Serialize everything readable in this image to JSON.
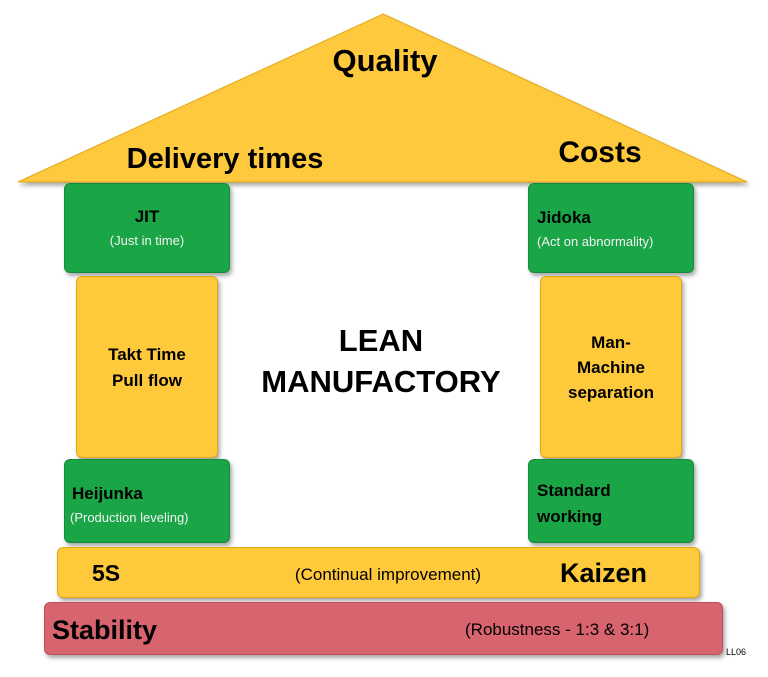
{
  "roof": {
    "top_label": "Quality",
    "left_label": "Delivery times",
    "right_label": "Costs"
  },
  "left_pillar": {
    "top": {
      "title": "JIT",
      "subtitle": "(Just in time)"
    },
    "middle": {
      "line1": "Takt Time",
      "line2": "Pull flow"
    },
    "bottom": {
      "title": "Heijunka",
      "subtitle": "(Production leveling)"
    }
  },
  "right_pillar": {
    "top": {
      "title": "Jidoka",
      "subtitle": "(Act on abnormality)"
    },
    "middle": {
      "line1": "Man-",
      "line2": "Machine",
      "line3": "separation"
    },
    "bottom": {
      "line1": "Standard",
      "line2": "working"
    }
  },
  "center": {
    "line1": "LEAN",
    "line2": "MANUFACTORY"
  },
  "base": {
    "left_label": "5S",
    "middle_label": "(Continual improvement)",
    "right_label": "Kaizen"
  },
  "foundation": {
    "label": "Stability",
    "note": "(Robustness - 1:3 & 3:1)"
  },
  "corner_code": "LL06",
  "colors": {
    "yellow": "#ffc93c",
    "green": "#1aa546",
    "foundation": "#d8646f"
  }
}
